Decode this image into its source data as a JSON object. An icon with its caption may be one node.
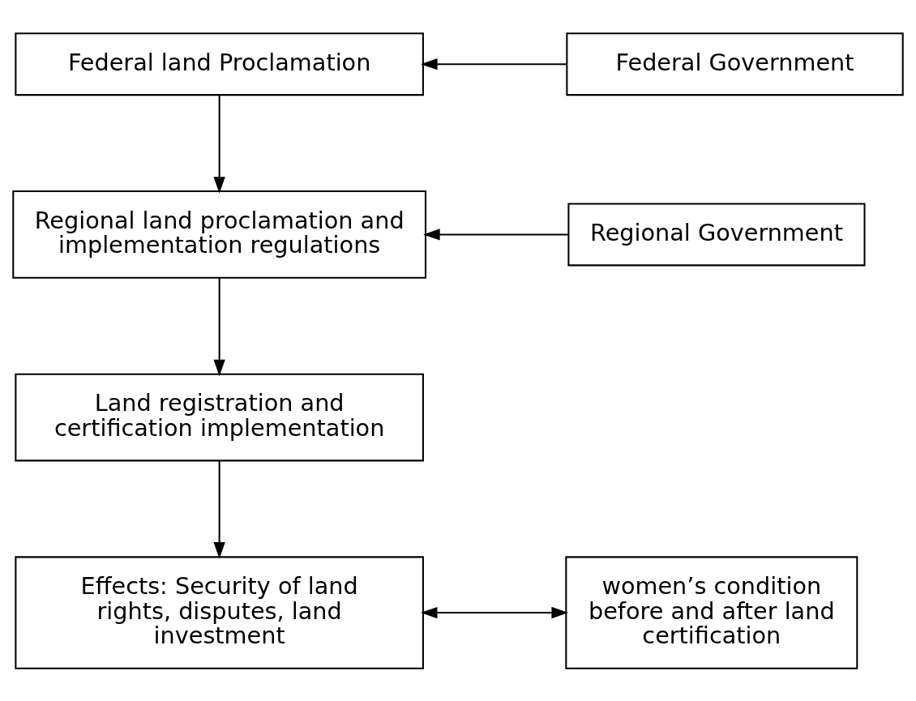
{
  "diagram": {
    "nodes": [
      {
        "text": [
          "Federal land Proclamation"
        ]
      },
      {
        "text": [
          "Federal Government"
        ]
      },
      {
        "text": [
          "Regional land proclamation and implementation regulations"
        ]
      },
      {
        "text": [
          "Regional Government"
        ]
      },
      {
        "text": [
          "Land registration and certification implementation"
        ]
      },
      {
        "text": [
          "Effects: Security of land rights, disputes, land investment"
        ]
      },
      {
        "text": [
          "women’s condition before and after land certification"
        ]
      }
    ],
    "edges": [
      {
        "from": 1,
        "to": 0,
        "arrow": "to"
      },
      {
        "from": 0,
        "to": 2,
        "arrow": "to"
      },
      {
        "from": 3,
        "to": 2,
        "arrow": "to"
      },
      {
        "from": 2,
        "to": 4,
        "arrow": "to"
      },
      {
        "from": 4,
        "to": 5,
        "arrow": "to"
      },
      {
        "from": 5,
        "to": 6,
        "arrow": "both"
      }
    ]
  }
}
